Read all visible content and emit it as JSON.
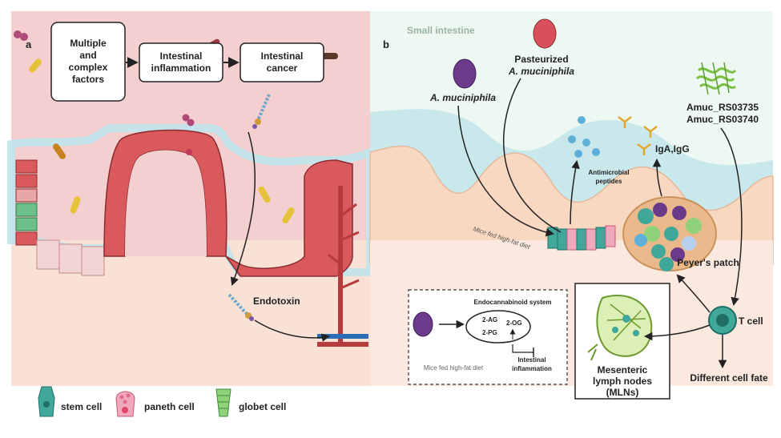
{
  "panel_a": {
    "letter": "a",
    "flow": {
      "box1": [
        "Multiple",
        "and",
        "complex",
        "factors"
      ],
      "box2": [
        "Intestinal",
        "inflammation"
      ],
      "box3": [
        "Intestinal",
        "cancer"
      ]
    },
    "endotoxin_label": "Endotoxin",
    "legend": {
      "stem": "stem cell",
      "paneth": "paneth cell",
      "goblet": "globet cell"
    }
  },
  "panel_b": {
    "letter": "b",
    "region_label": "Small intestine",
    "a_muc_label": "A. muciniphila",
    "pasteurized": [
      "Pasteurized",
      "A. muciniphila"
    ],
    "genes": [
      "Amuc_RS03735",
      "Amuc_RS03740"
    ],
    "amp_label": [
      "Antimicrobial",
      "peptides"
    ],
    "iga_label": "IgA,IgG",
    "hfd_label": "Mice fed high-fat diet",
    "peyers_label": "Peyer's patch",
    "tcell_label": "T cell",
    "fate_label": "Different cell fate",
    "mln_label": [
      "Mesenteric",
      "lymph nodes",
      "(MLNs)"
    ],
    "ecs": {
      "title": "Endocannabinoid system",
      "items": [
        "2-AG",
        "2-OG",
        "2-PG"
      ],
      "diet": "Mice fed high-fat diet",
      "inflammation": [
        "Intestinal",
        "inflammation"
      ]
    }
  },
  "colors": {
    "lumen_pink": "#f4cfd0",
    "blue_lumen": "#c8e8ec",
    "tissue_peach": "#f9dfd0",
    "villus_cell": "#d9595c",
    "akk_purple": "#6b3a8a",
    "pasteurized_red": "#d9505a",
    "stem_teal": "#3fa89a",
    "gene_green": "#7cc043"
  }
}
